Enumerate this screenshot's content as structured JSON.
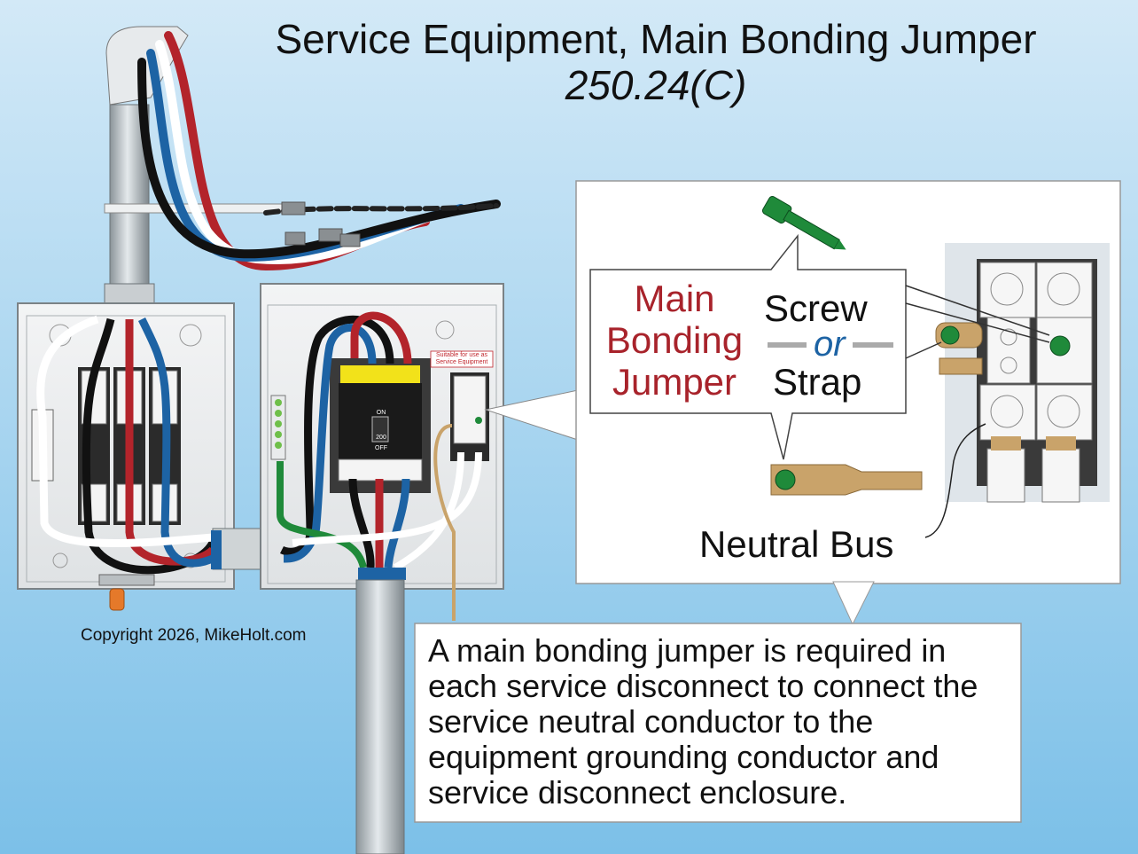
{
  "title": {
    "main": "Service Equipment, Main Bonding Jumper",
    "reference": "250.24(C)"
  },
  "copyright": "Copyright 2026, MikeHolt.com",
  "callout": {
    "main_bonding_jumper": "Main Bonding Jumper",
    "screw": "Screw",
    "or": "or",
    "strap": "Strap",
    "neutral_bus": "Neutral Bus"
  },
  "caption": "A main bonding jumper is required in each service disconnect to connect the service neutral conductor to the equipment grounding conductor and service disconnect enclosure.",
  "panel_label": "Suitable for use as Service Equipment",
  "breaker": {
    "on": "ON",
    "off": "OFF",
    "rating": "200"
  },
  "colors": {
    "background_top": "#cfe6f5",
    "background_bottom": "#7fc3ea",
    "conductor_hot_a": "#111111",
    "conductor_hot_b": "#b3242b",
    "conductor_hot_c": "#1d63a4",
    "conductor_neutral": "#ffffff",
    "conductor_ground": "#1f8a3a",
    "jumper_copper": "#c9a36a",
    "mbj_text": "#a8232b",
    "or_text": "#1d63a4"
  }
}
